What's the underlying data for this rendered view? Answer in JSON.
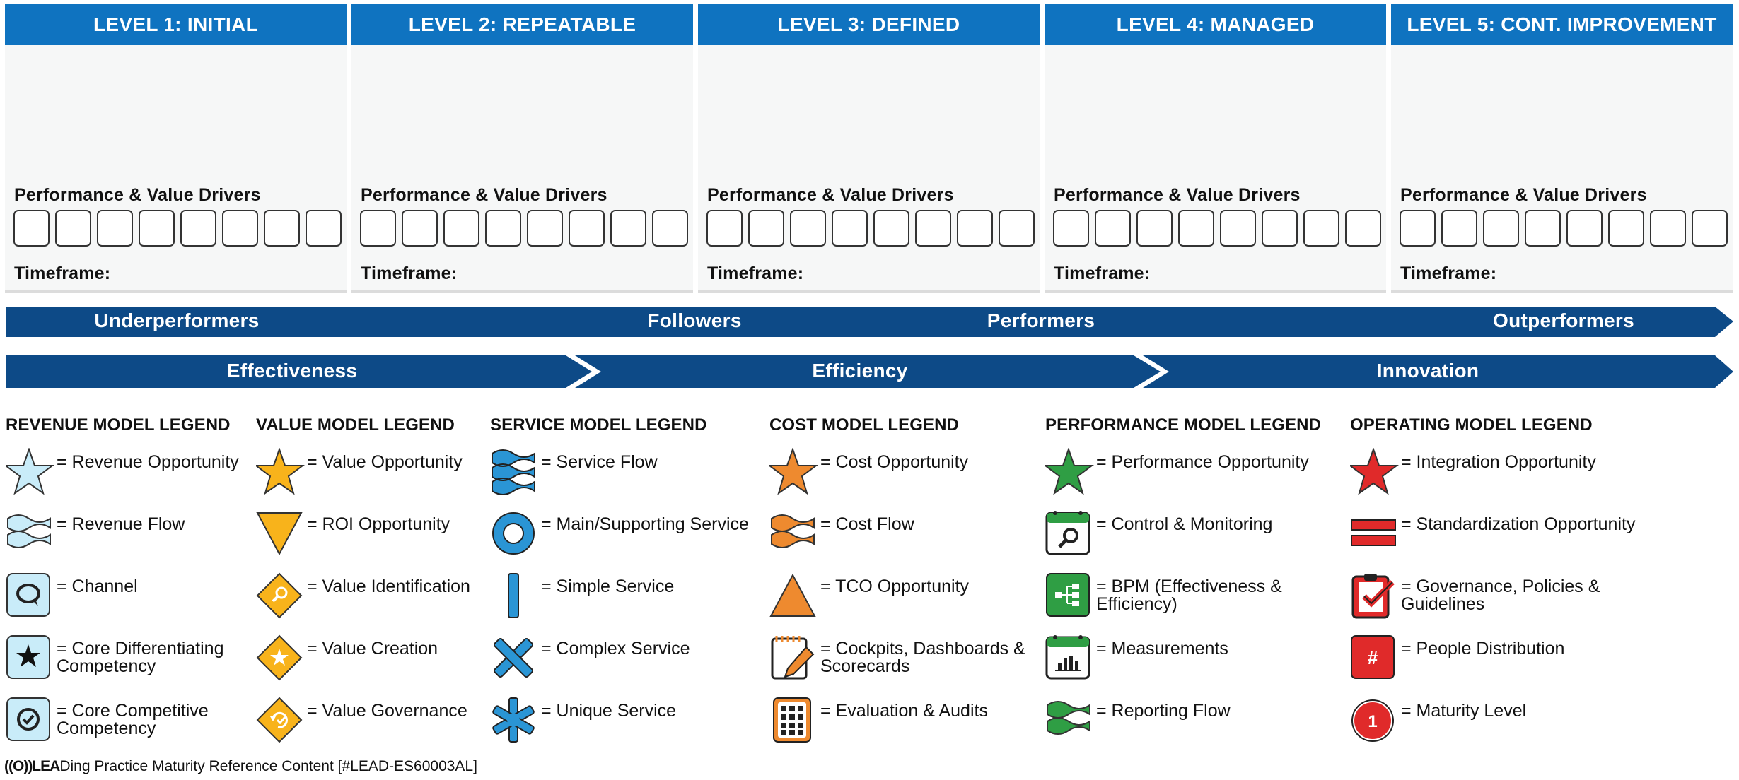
{
  "levels": [
    {
      "title": "LEVEL 1: INITIAL",
      "drivers_label": "Performance & Value Drivers",
      "timeframe_label": "Timeframe:"
    },
    {
      "title": "LEVEL 2: REPEATABLE",
      "drivers_label": "Performance & Value Drivers",
      "timeframe_label": "Timeframe:"
    },
    {
      "title": "LEVEL 3: DEFINED",
      "drivers_label": "Performance & Value Drivers",
      "timeframe_label": "Timeframe:"
    },
    {
      "title": "LEVEL 4: MANAGED",
      "drivers_label": "Performance & Value Drivers",
      "timeframe_label": "Timeframe:"
    },
    {
      "title": "LEVEL 5: CONT. IMPROVEMENT",
      "drivers_label": "Performance & Value Drivers",
      "timeframe_label": "Timeframe:"
    }
  ],
  "performer_arrow": {
    "labels": [
      "Underperformers",
      "Followers",
      "Performers",
      "Outperformers"
    ]
  },
  "phase_arrows": {
    "labels": [
      "Effectiveness",
      "Efficiency",
      "Innovation"
    ]
  },
  "legends": [
    {
      "title": "REVENUE MODEL LEGEND",
      "items": [
        {
          "icon": "star-icon",
          "text": "= Revenue Opportunity"
        },
        {
          "icon": "flow-icon",
          "text": "= Revenue Flow"
        },
        {
          "icon": "chat-bubble-icon",
          "text": "= Channel"
        },
        {
          "icon": "star-box-icon",
          "text": "= Core Differentiating\nCompetency"
        },
        {
          "icon": "check-box-icon",
          "text": "= Core Competitive\nCompetency"
        }
      ]
    },
    {
      "title": "VALUE MODEL LEGEND",
      "items": [
        {
          "icon": "star-icon",
          "text": "= Value Opportunity"
        },
        {
          "icon": "triangle-down-icon",
          "text": "= ROI Opportunity"
        },
        {
          "icon": "diamond-magnifier-icon",
          "text": "= Value Identification"
        },
        {
          "icon": "diamond-star-icon",
          "text": "= Value Creation"
        },
        {
          "icon": "diamond-cycle-icon",
          "text": "= Value Governance"
        }
      ]
    },
    {
      "title": "SERVICE MODEL LEGEND",
      "items": [
        {
          "icon": "flow-icon",
          "text": "= Service Flow"
        },
        {
          "icon": "ring-icon",
          "text": "= Main/Supporting Service"
        },
        {
          "icon": "bar-icon",
          "text": "= Simple Service"
        },
        {
          "icon": "cross-icon",
          "text": "= Complex Service"
        },
        {
          "icon": "asterisk-icon",
          "text": "= Unique Service"
        }
      ]
    },
    {
      "title": "COST MODEL LEGEND",
      "items": [
        {
          "icon": "star-icon",
          "text": "= Cost Opportunity"
        },
        {
          "icon": "flow-icon",
          "text": "= Cost Flow"
        },
        {
          "icon": "triangle-up-icon",
          "text": "= TCO Opportunity"
        },
        {
          "icon": "notepad-pencil-icon",
          "text": "= Cockpits, Dashboards &\nScorecards"
        },
        {
          "icon": "calculator-icon",
          "text": "= Evaluation & Audits"
        }
      ]
    },
    {
      "title": "PERFORMANCE MODEL LEGEND",
      "items": [
        {
          "icon": "star-icon",
          "text": "= Performance Opportunity"
        },
        {
          "icon": "calendar-magnifier-icon",
          "text": "= Control & Monitoring"
        },
        {
          "icon": "process-box-icon",
          "text": "= BPM (Effectiveness &\nEfficiency)"
        },
        {
          "icon": "calendar-chart-icon",
          "text": "= Measurements"
        },
        {
          "icon": "flow-icon",
          "text": "= Reporting Flow"
        }
      ]
    },
    {
      "title": "OPERATING MODEL LEGEND",
      "items": [
        {
          "icon": "star-icon",
          "text": "= Integration Opportunity"
        },
        {
          "icon": "equals-bars-icon",
          "text": "= Standardization Opportunity"
        },
        {
          "icon": "clipboard-check-icon",
          "text": "= Governance, Policies &\nGuidelines"
        },
        {
          "icon": "hash-box-icon",
          "text": "= People Distribution"
        },
        {
          "icon": "number-circle-icon",
          "text": "= Maturity Level"
        }
      ]
    }
  ],
  "icon_glyphs": {
    "hash": "#",
    "maturity_number": "1"
  },
  "colors": {
    "level_header": "#0f73c0",
    "arrow": "#0d4a87",
    "revenue": "#c9ecf9",
    "value": "#f8b31b",
    "service": "#2a95d5",
    "cost": "#ee8a2f",
    "performance": "#2f9e44",
    "operating": "#e02a2a"
  },
  "footer": {
    "logo_text": "((O))LEA",
    "text": "Ding Practice Maturity Reference Content [#LEAD-ES60003AL]"
  }
}
